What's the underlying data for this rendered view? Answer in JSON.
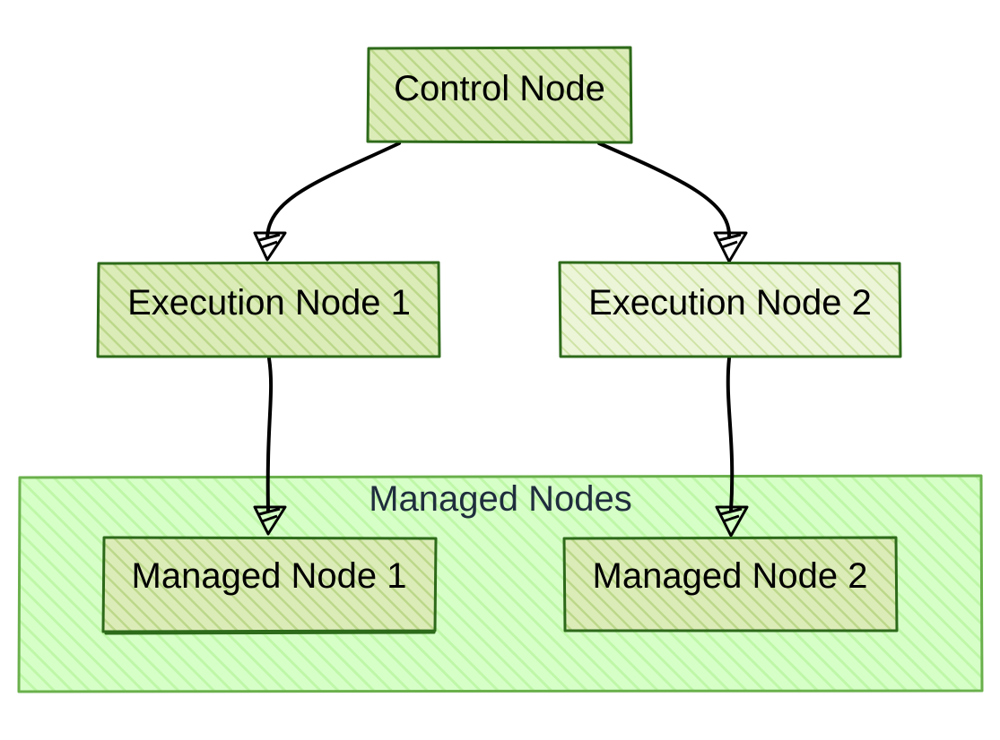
{
  "diagram": {
    "control_node": {
      "label": "Control Node"
    },
    "execution_node_1": {
      "label": "Execution Node 1"
    },
    "execution_node_2": {
      "label": "Execution Node 2"
    },
    "managed_group": {
      "label": "Managed Nodes"
    },
    "managed_node_1": {
      "label": "Managed Node 1"
    },
    "managed_node_2": {
      "label": "Managed Node 2"
    }
  },
  "colors": {
    "node_fill": "#cde4a0",
    "node_border": "#2d6a1a",
    "group_fill": "#ccffbb",
    "group_border": "#6ab04c",
    "edge": "#000000"
  }
}
